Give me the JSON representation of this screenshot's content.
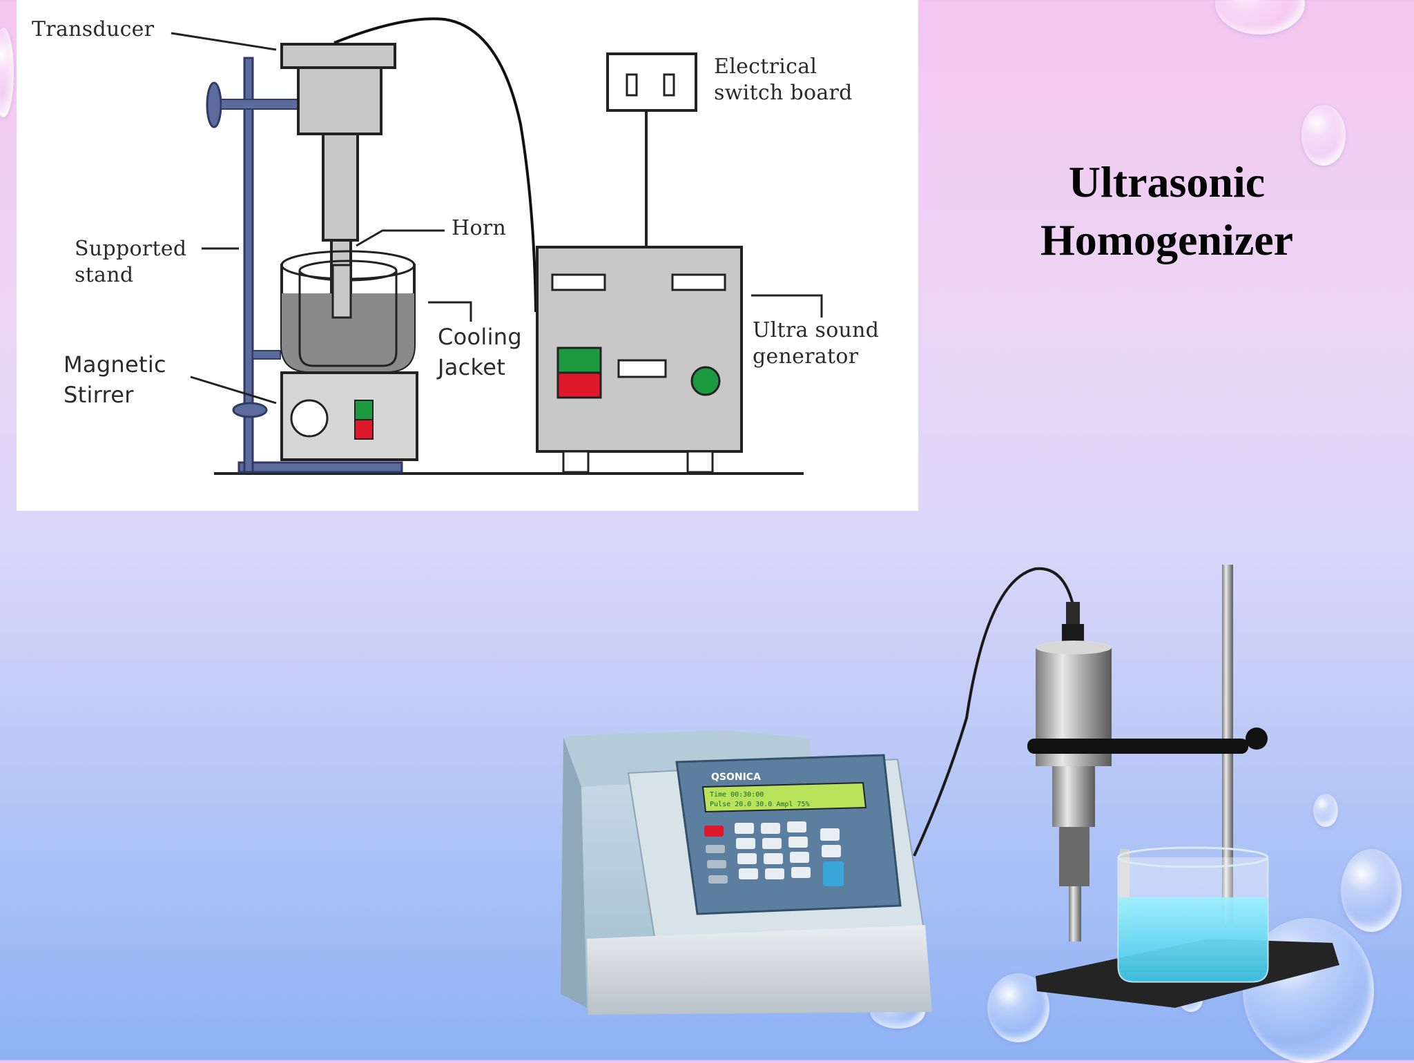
{
  "slide": {
    "title_line1": "Ultrasonic",
    "title_line2": "Homogenizer"
  },
  "diagram": {
    "labels": {
      "transducer": "Transducer",
      "electrical": "Electrical\nswitch board",
      "horn": "Horn",
      "supported": "Supported\nstand",
      "cooling": "Cooling\nJacket",
      "ultrasound": "Ultra sound\ngenerator",
      "magnetic": "Magnetic\nStirrer"
    }
  },
  "photo": {
    "brand": "QSONICA",
    "display_line1": "Time 00:30:00",
    "display_line2": "Pulse 20.0 30.0  Ampl 75%"
  },
  "colors": {
    "stand": "#5a6b9c",
    "equipment_gray": "#c8c8c8",
    "green": "#1d9a3f",
    "red": "#e0192a",
    "liquid": "#55d6f0"
  }
}
